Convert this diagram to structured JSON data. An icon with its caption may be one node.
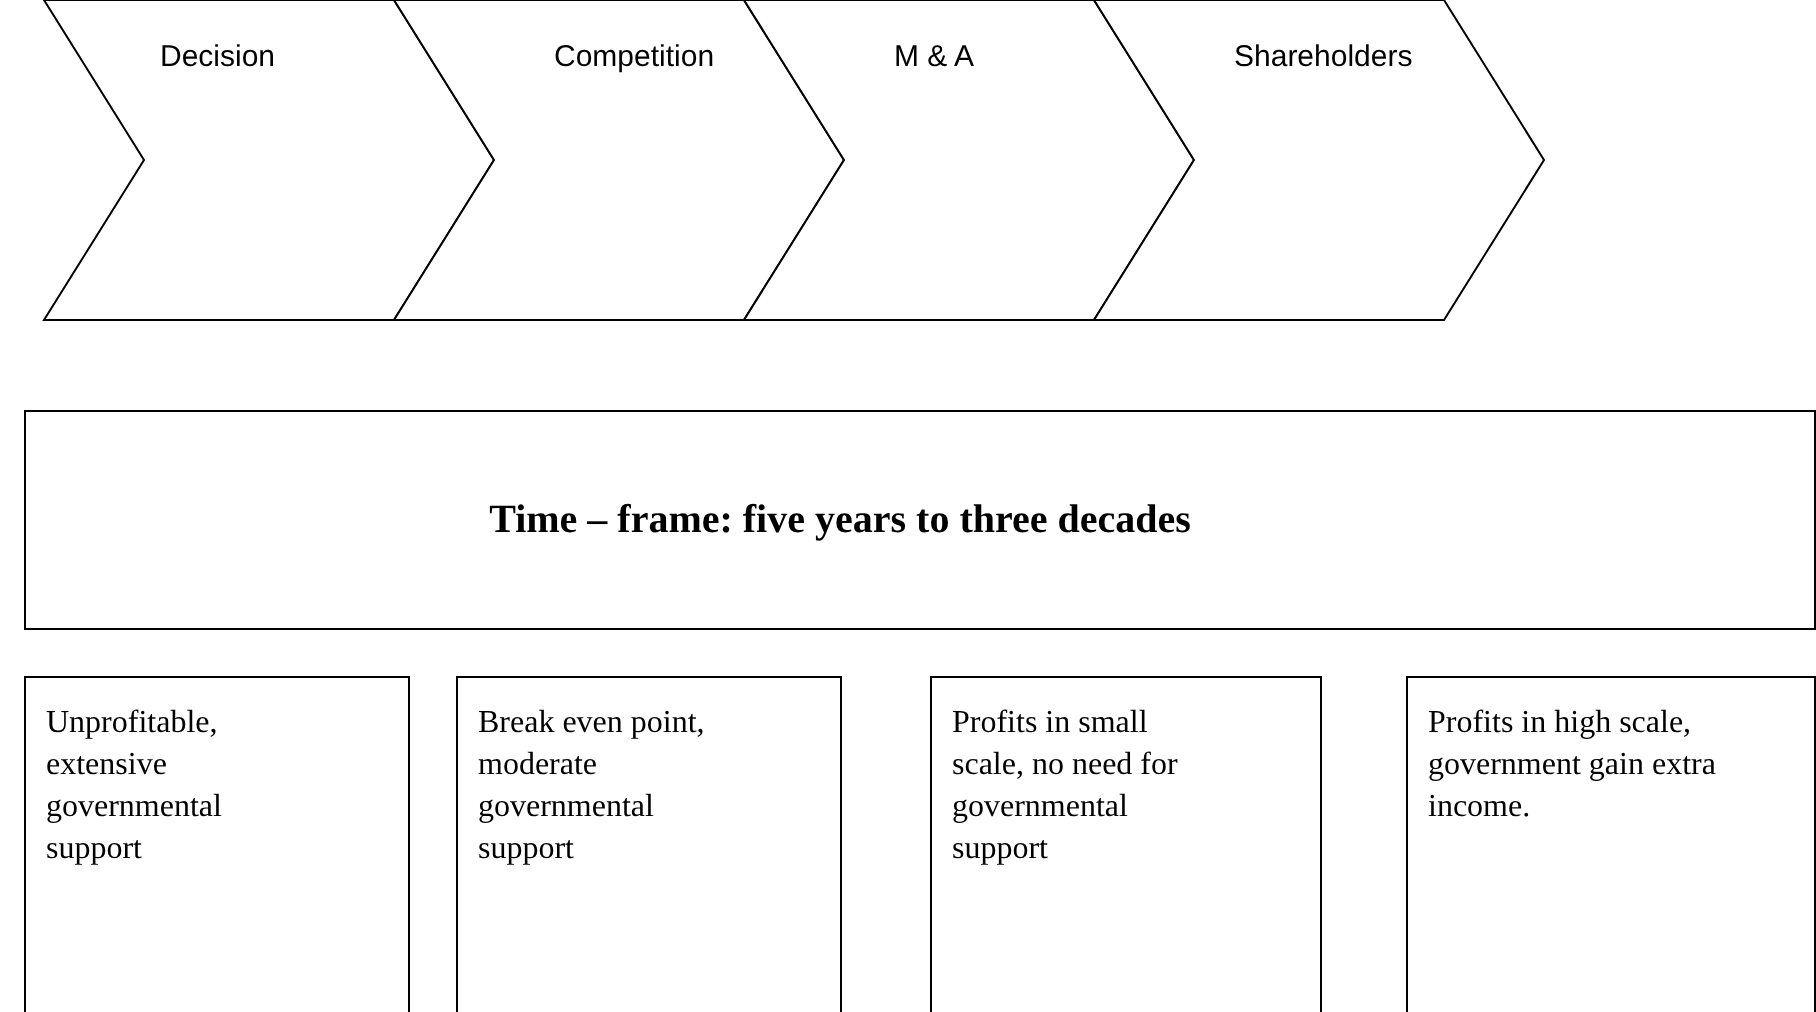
{
  "diagram": {
    "nodes": [
      {
        "text": [
          "Decision"
        ]
      },
      {
        "text": [
          "Competition"
        ]
      },
      {
        "text": [
          "M & A"
        ]
      },
      {
        "text": [
          "Shareholders"
        ]
      },
      {
        "text": [
          "Time – frame: five years to three decades"
        ]
      },
      {
        "text": [
          "Unprofitable, extensive governmental support"
        ]
      },
      {
        "text": [
          "Break even point, moderate governmental support"
        ]
      },
      {
        "text": [
          "Profits in small scale, no need for governmental support"
        ]
      },
      {
        "text": [
          "Profits in high scale, government gain extra income."
        ]
      }
    ]
  }
}
